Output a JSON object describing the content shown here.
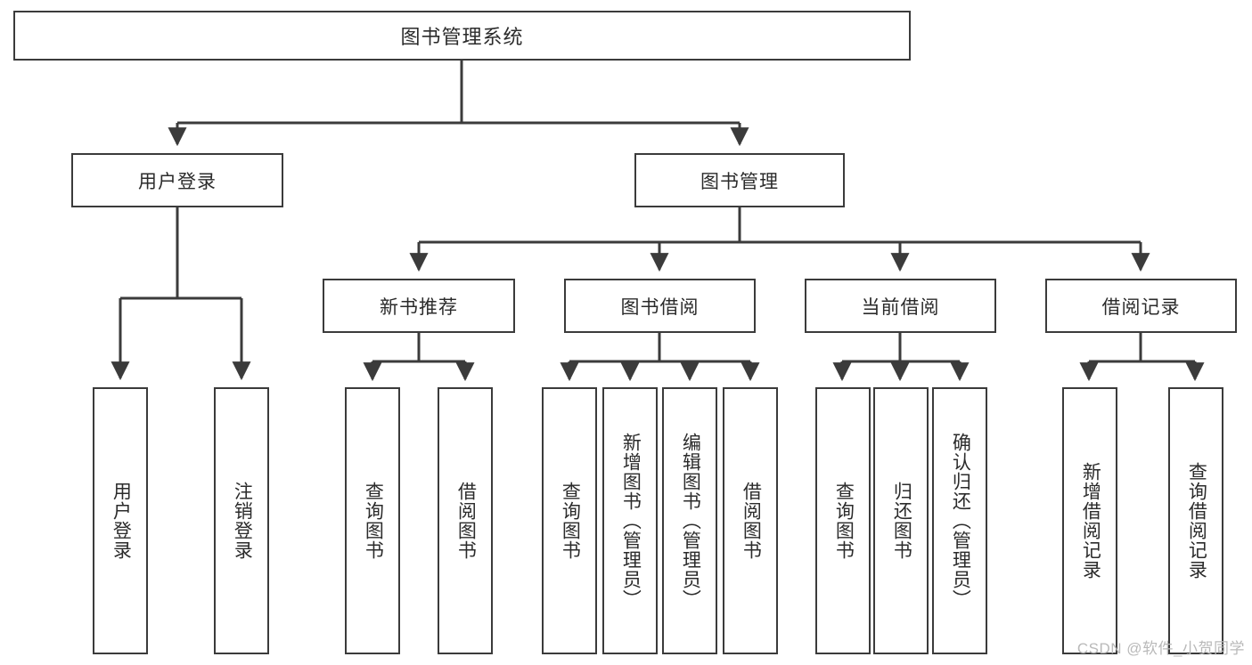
{
  "diagram": {
    "title": "图书管理系统",
    "type": "tree-hierarchy",
    "root": {
      "label": "图书管理系统"
    },
    "level2": [
      {
        "label": "用户登录"
      },
      {
        "label": "图书管理"
      }
    ],
    "level3": [
      {
        "label": "新书推荐"
      },
      {
        "label": "图书借阅"
      },
      {
        "label": "当前借阅"
      },
      {
        "label": "借阅记录"
      }
    ],
    "leaves": {
      "user_login": [
        {
          "label": "用户登录"
        },
        {
          "label": "注销登录"
        }
      ],
      "new_book_recommend": [
        {
          "label": "查询图书"
        },
        {
          "label": "借阅图书"
        }
      ],
      "book_borrow": [
        {
          "label": "查询图书"
        },
        {
          "label": "新增图书（管理员）"
        },
        {
          "label": "编辑图书（管理员）"
        },
        {
          "label": "借阅图书"
        }
      ],
      "current_borrow": [
        {
          "label": "查询图书"
        },
        {
          "label": "归还图书"
        },
        {
          "label": "确认归还（管理员）"
        }
      ],
      "borrow_record": [
        {
          "label": "新增借阅记录"
        },
        {
          "label": "查询借阅记录"
        }
      ]
    }
  },
  "watermark": {
    "text": "CSDN @软件_小贺同学"
  },
  "colors": {
    "stroke": "#3b3b3b",
    "fill": "#ffffff",
    "text": "#2b2b2b",
    "watermark": "#b9b9b9"
  }
}
